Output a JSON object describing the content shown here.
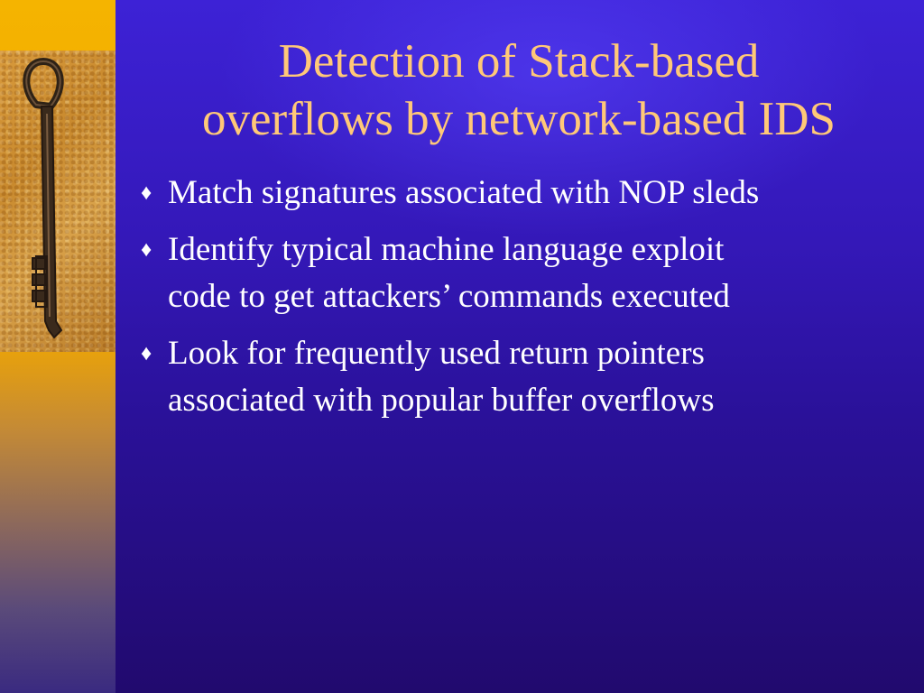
{
  "slide": {
    "title_lines": [
      "Detection of Stack-based",
      "overflows by network-based IDS"
    ],
    "bullets": [
      {
        "lines": [
          "Match signatures associated with NOP sleds"
        ]
      },
      {
        "lines": [
          "Identify typical machine language exploit",
          "code to get attackers’ commands executed"
        ]
      },
      {
        "lines": [
          "Look for frequently used return pointers",
          "associated with popular buffer overflows"
        ]
      }
    ],
    "bullet_glyph": "♦",
    "colors": {
      "title": "#ffc878",
      "body_text": "#ffffff",
      "background": "#3418b8",
      "left_strip": "#f2a900"
    },
    "decorative_image_icon": "old-key-icon"
  }
}
